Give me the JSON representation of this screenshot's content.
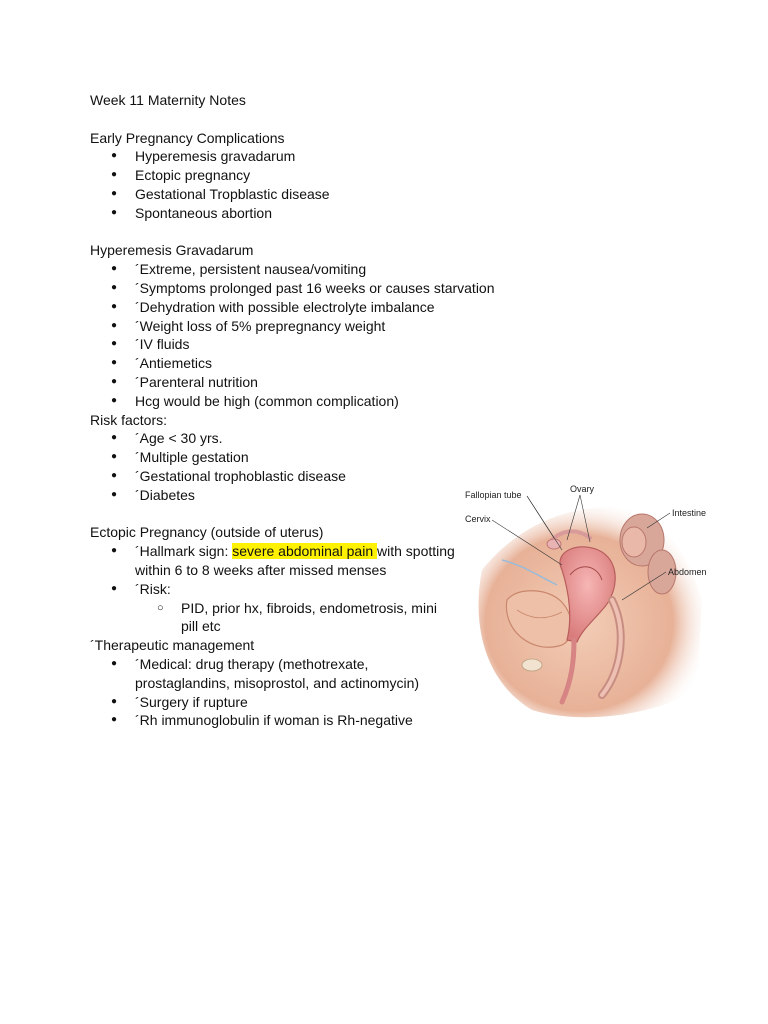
{
  "title": "Week 11 Maternity Notes",
  "early": {
    "heading": "Early Pregnancy Complications",
    "items": [
      "Hyperemesis gravadarum",
      "Ectopic pregnancy",
      "Gestational Tropblastic disease",
      "Spontaneous abortion"
    ]
  },
  "hyperemesis": {
    "heading": "Hyperemesis Gravadarum",
    "items": [
      "´Extreme, persistent nausea/vomiting",
      "´Symptoms prolonged past 16 weeks or causes starvation",
      "´Dehydration with possible electrolyte imbalance",
      "´Weight loss of 5% prepregnancy weight",
      "´IV fluids",
      "´Antiemetics",
      "´Parenteral nutrition",
      "Hcg would be high (common complication)"
    ]
  },
  "risk": {
    "heading": "Risk factors:",
    "items": [
      "´Age < 30 yrs.",
      "´Multiple gestation",
      "´Gestational trophoblastic disease",
      "´Diabetes"
    ]
  },
  "ectopic": {
    "heading": "Ectopic Pregnancy (outside of uterus)",
    "hallmark_prefix": "´Hallmark sign: ",
    "hallmark_highlight": "severe abdominal pain ",
    "hallmark_suffix": "with spotting within 6 to 8 weeks after missed menses",
    "risk_label": "´Risk:",
    "risk_detail": "PID, prior hx, fibroids, endometrosis, mini pill etc"
  },
  "therapeutic": {
    "heading": "´Therapeutic management",
    "items": [
      "´Medical: drug therapy (methotrexate, prostaglandins, misoprostol, and actinomycin)",
      "´Surgery if rupture",
      "´Rh immunoglobulin if woman is Rh-negative"
    ]
  },
  "figure": {
    "labels": {
      "fallopian": "Fallopian tube",
      "ovary": "Ovary",
      "cervix": "Cervix",
      "intestine": "Intestine",
      "abdomen": "Abdomen"
    }
  },
  "colors": {
    "highlight": "#fff200"
  }
}
